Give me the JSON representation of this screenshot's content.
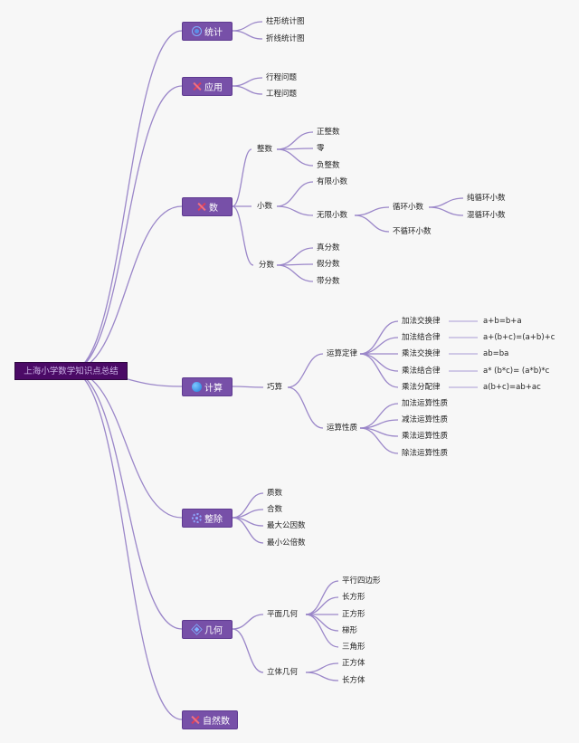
{
  "root": "上海小学数学知识点总结",
  "branches": [
    {
      "key": "stats",
      "label": "统计",
      "icon": "chart-icon",
      "leaves": [
        "柱形统计图",
        "折线统计图"
      ]
    },
    {
      "key": "application",
      "label": "应用",
      "icon": "tools-icon",
      "leaves": [
        "行程问题",
        "工程问题"
      ]
    },
    {
      "key": "numbers",
      "label": "数",
      "icon": "tools-icon",
      "groups": [
        {
          "label": "整数",
          "leaves": [
            "正整数",
            "零",
            "负整数"
          ]
        },
        {
          "label": "小数",
          "leaves": [
            "有限小数",
            "无限小数"
          ],
          "sub": {
            "label": "无限小数",
            "children": [
              {
                "label": "循环小数",
                "leaves": [
                  "纯循环小数",
                  "混循环小数"
                ]
              },
              {
                "label": "不循环小数"
              }
            ]
          }
        },
        {
          "label": "分数",
          "leaves": [
            "真分数",
            "假分数",
            "带分数"
          ]
        }
      ]
    },
    {
      "key": "calculation",
      "label": "计算",
      "icon": "globe-icon",
      "group_label": "巧算",
      "laws": {
        "label": "运算定律",
        "items": [
          {
            "name": "加法交换律",
            "formula": "a+b=b+a"
          },
          {
            "name": "加法结合律",
            "formula": "a+(b+c)=(a+b)+c"
          },
          {
            "name": "乘法交换律",
            "formula": "ab=ba"
          },
          {
            "name": "乘法结合律",
            "formula": "a*  (b*c)=  (a*b)*c"
          },
          {
            "name": "乘法分配律",
            "formula": "a(b+c)=ab+ac"
          }
        ]
      },
      "properties": {
        "label": "运算性质",
        "items": [
          "加法运算性质",
          "减法运算性质",
          "乘法运算性质",
          "除法运算性质"
        ]
      }
    },
    {
      "key": "divisibility",
      "label": "整除",
      "icon": "gear-icon",
      "leaves": [
        "质数",
        "合数",
        "最大公因数",
        "最小公倍数"
      ]
    },
    {
      "key": "geometry",
      "label": "几何",
      "icon": "shape-icon",
      "plane": {
        "label": "平面几何",
        "items": [
          "平行四边形",
          "长方形",
          "正方形",
          "梯形",
          "三角形"
        ]
      },
      "solid": {
        "label": "立体几何",
        "items": [
          "正方体",
          "长方体"
        ]
      }
    },
    {
      "key": "nature",
      "label": "自然数",
      "icon": "tools-icon"
    }
  ],
  "colors": {
    "root_bg": "#4b0a66",
    "branch_bg": "#7750a8",
    "line": "#9b87c9"
  }
}
